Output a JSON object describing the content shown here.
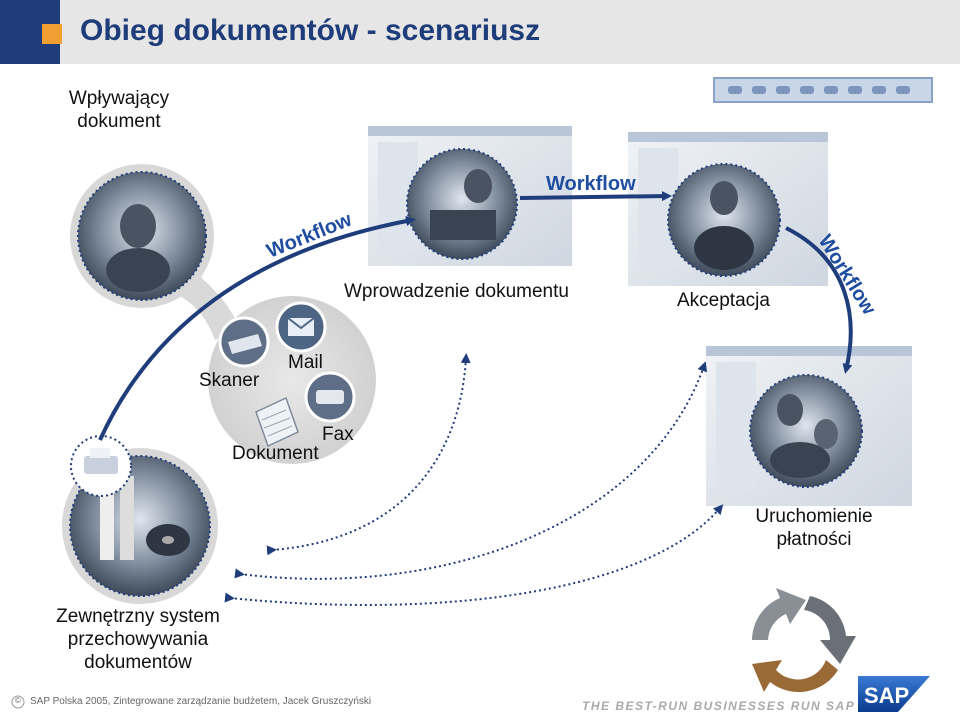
{
  "title": "Obieg dokumentów  - scenariusz",
  "labels": {
    "incoming": [
      "Wpływający",
      "dokument"
    ],
    "entry": "Wprowadzenie dokumentu",
    "approval": "Akceptacja",
    "payment": [
      "Uruchomienie",
      "płatności"
    ],
    "archive": [
      "Zewnętrzny system",
      "przechowywania",
      "dokumentów"
    ],
    "scanner": "Skaner",
    "mail": "Mail",
    "fax": "Fax",
    "document": "Dokument"
  },
  "workflow_labels": [
    "Workflow",
    "Workflow",
    "Workflow"
  ],
  "footer": {
    "copyright_symbol": "©",
    "text": "SAP Polska 2005, Zintegrowane zarządzanie budżetem, Jacek Gruszczyński",
    "slogan": "THE BEST-RUN BUSINESSES RUN SAP",
    "logo": "SAP"
  },
  "colors": {
    "header_bg": "#e6e6e6",
    "brand_blue": "#1f3d7a",
    "accent_orange": "#f0a030",
    "arrow_blue": "#1f3d7a",
    "workflow_text": "#1f4da0"
  },
  "icons": {
    "person-woman-photo": "photo",
    "person-man-photo": "photo",
    "scanner-icon": "scanner",
    "mail-icon": "mail",
    "fax-icon": "fax",
    "document-icon": "document",
    "cycle-icon": "recycle arrows",
    "sap-logo": "logo"
  }
}
